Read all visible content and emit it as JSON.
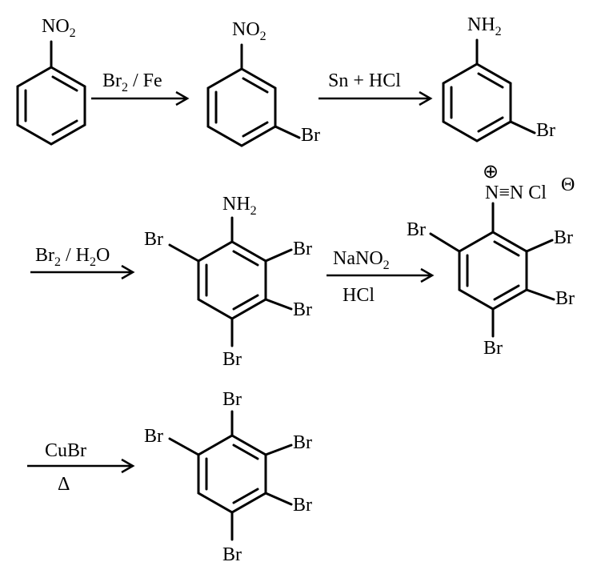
{
  "scheme": {
    "compounds": [
      {
        "id": "nitrobenzene",
        "groups": [
          "NO2"
        ]
      },
      {
        "id": "m-bromonitrobenzene",
        "groups": [
          "NO2",
          "Br"
        ]
      },
      {
        "id": "m-bromoaniline",
        "groups": [
          "NH2",
          "Br"
        ]
      },
      {
        "id": "tetrabromoaniline",
        "groups": [
          "NH2",
          "Br",
          "Br",
          "Br",
          "Br"
        ]
      },
      {
        "id": "diazonium-salt",
        "groups": [
          "N≡N Cl",
          "Br",
          "Br",
          "Br",
          "Br"
        ]
      },
      {
        "id": "pentabromobenzene",
        "groups": [
          "Br",
          "Br",
          "Br",
          "Br",
          "Br"
        ]
      }
    ],
    "reagents": {
      "step1": "Br2 / Fe",
      "step2": "Sn + HCl",
      "step3": "Br2 / H2O",
      "step4_top": "NaNO2",
      "step4_bottom": "HCl",
      "step5_top": "CuBr",
      "step5_bottom": "Δ"
    },
    "labels": {
      "no2_main": "NO",
      "no2_sub": "2",
      "nh2_main": "NH",
      "nh2_sub": "2",
      "br": "Br",
      "diazo": "N≡N Cl",
      "plus": "⊕",
      "minus": "Θ",
      "sn_hcl": "Sn + HCl",
      "br2_part": "Br",
      "br2_sub": "2",
      "fe_part": " / Fe",
      "h2o_slash": " / H",
      "h2o_sub": "2",
      "h2o_o": "O",
      "nano_main": "NaNO",
      "nano_sub": "2",
      "hcl": "HCl",
      "cubr": "CuBr",
      "delta": "Δ"
    }
  }
}
